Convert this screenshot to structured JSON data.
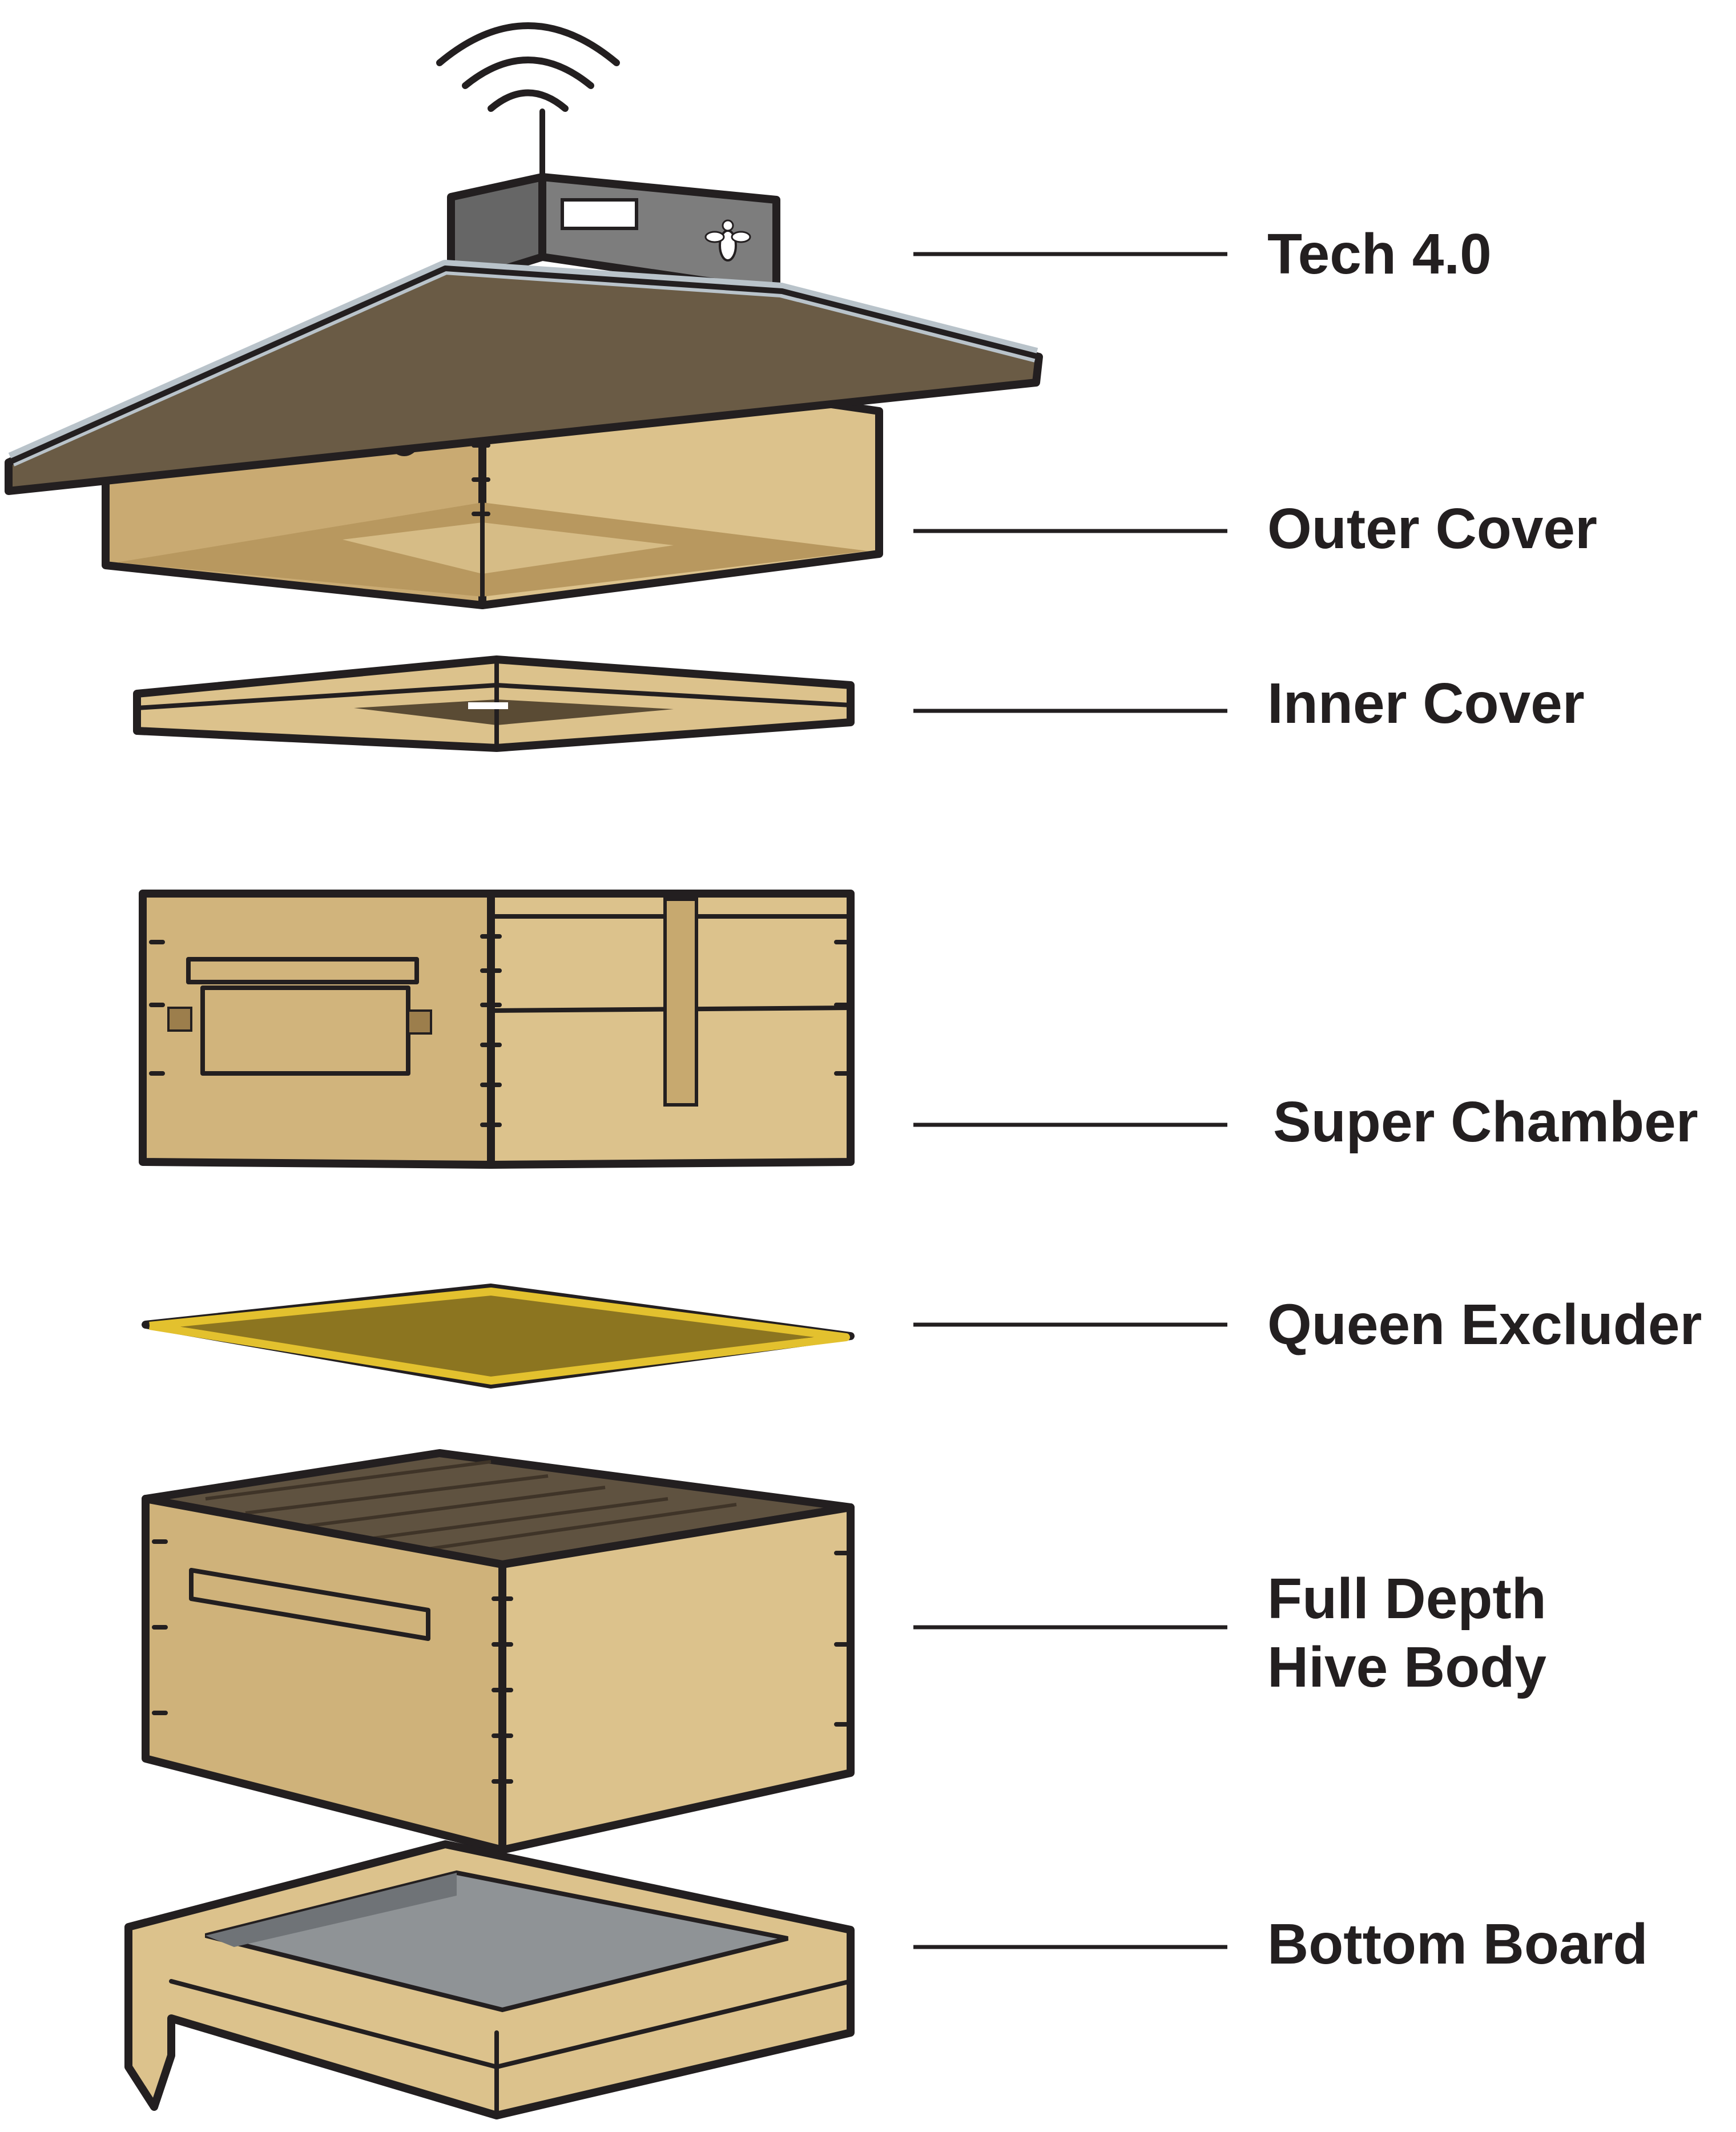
{
  "colors": {
    "wood_light": "#dcc28c",
    "wood_mid": "#c9aa72",
    "wood_shadow": "#a98a58",
    "roof_edge": "#b9c3ca",
    "roof_top": "#6a5b45",
    "device_gray": "#7d7d7d",
    "excluder_yellow": "#e3c12e",
    "excluder_fill": "#8c7520",
    "screen_gray": "#8f9396",
    "outline": "#231f20",
    "label_text": "#231f20"
  },
  "parts": [
    {
      "id": "tech",
      "label": "Tech 4.0",
      "icons": [
        "wifi-signal-icon",
        "bee-logo-icon"
      ]
    },
    {
      "id": "outer-cover",
      "label": "Outer Cover"
    },
    {
      "id": "inner-cover",
      "label": "Inner Cover"
    },
    {
      "id": "super-chamber",
      "label": "Super Chamber"
    },
    {
      "id": "queen-excluder",
      "label": "Queen Excluder"
    },
    {
      "id": "hive-body",
      "label_lines": [
        "Full Depth",
        "Hive Body"
      ]
    },
    {
      "id": "bottom-board",
      "label": "Bottom Board"
    }
  ]
}
